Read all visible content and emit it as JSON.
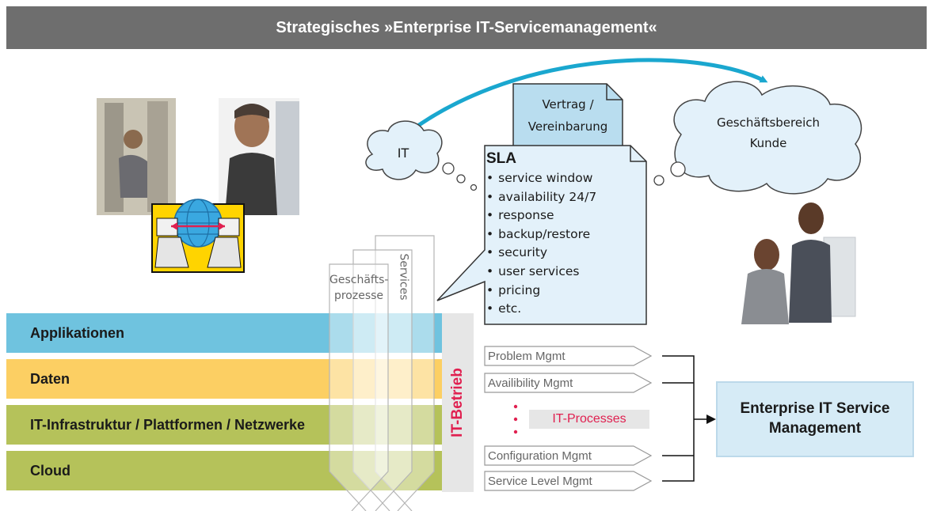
{
  "title": "Strategisches »Enterprise IT-Servicemanagement«",
  "layers": [
    "Applikationen",
    "Daten",
    "IT-Infrastruktur / Plattformen / Netzwerke",
    "Cloud"
  ],
  "band_label": "IT-Betrieb",
  "columns": {
    "col1_line1": "Geschäfts-",
    "col1_line2": "prozesse",
    "col2": "Services"
  },
  "contract": {
    "line1": "Vertrag /",
    "line2": "Vereinbarung"
  },
  "clouds": {
    "it": "IT",
    "kunde_line1": "Geschäftsbereich",
    "kunde_line2": "Kunde"
  },
  "sla": {
    "title": "SLA",
    "items": [
      "service window",
      "availability 24/7",
      "response",
      "backup/restore",
      "security",
      "user services",
      "pricing",
      "etc."
    ]
  },
  "processes": {
    "problem": "Problem Mgmt",
    "availability": "Availibility Mgmt",
    "it_processes": "IT-Processes",
    "configuration": "Configuration Mgmt",
    "service_level": "Service Level Mgmt"
  },
  "esm": {
    "line1": "Enterprise IT Service",
    "line2": "Management"
  },
  "colors": {
    "title_bar": "#6e6e6e",
    "applikationen": "#6fc3df",
    "daten": "#fccf63",
    "infrastruktur": "#b5c25a",
    "cloud": "#b5c25a",
    "accent_red": "#e02050",
    "arrow_blue": "#1aa7cf",
    "bubble_fill": "#e3f1fa"
  },
  "icons": [
    "network-globe-icon",
    "double-arrow-icon"
  ]
}
